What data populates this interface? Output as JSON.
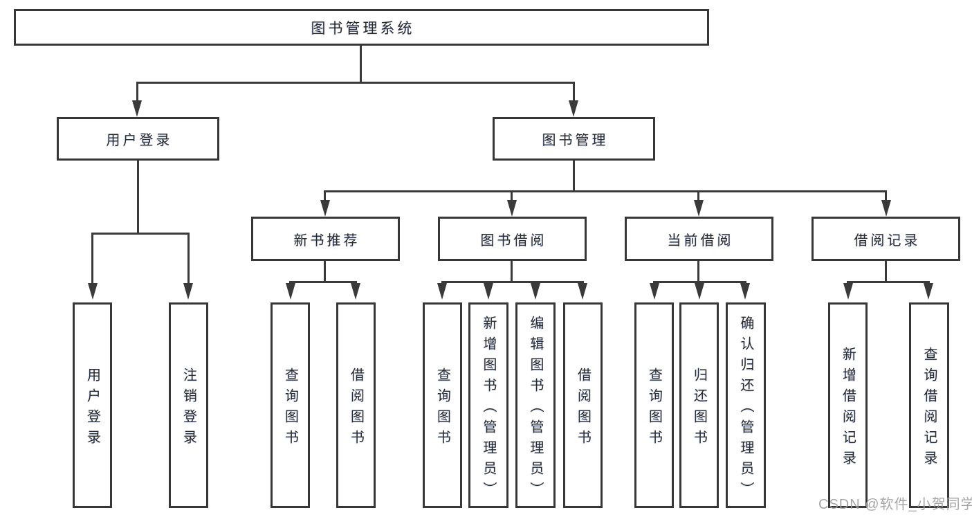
{
  "page": {
    "background": "#ffffff"
  },
  "diagram": {
    "title": "图书管理系统",
    "colors": {
      "line": "#3a3a3a",
      "box_border": "#373737",
      "box_fill": "#ffffff",
      "text": "#2b2b2b",
      "watermark": "#9e9e9e"
    },
    "level2": [
      {
        "label": "用户登录"
      },
      {
        "label": "图书管理"
      }
    ],
    "level3": [
      {
        "label": "新书推荐"
      },
      {
        "label": "图书借阅"
      },
      {
        "label": "当前借阅"
      },
      {
        "label": "借阅记录"
      }
    ],
    "leaves": {
      "user_login": [
        "用户登录",
        "注销登录"
      ],
      "new_book": [
        "查询图书",
        "借阅图书"
      ],
      "book_borrow": [
        "查询图书",
        "新增图书（管理员）",
        "编辑图书（管理员）",
        "借阅图书"
      ],
      "current_borrow": [
        "查询图书",
        "归还图书",
        "确认归还（管理员）"
      ],
      "borrow_records": [
        "新增借阅记录",
        "查询借阅记录"
      ]
    }
  },
  "watermark": {
    "text": "CSDN @软件_小贺同学"
  }
}
